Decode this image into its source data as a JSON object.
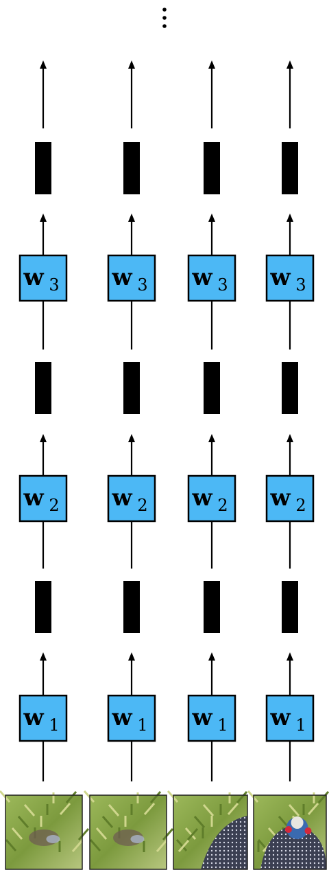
{
  "diagram": {
    "columns": 4,
    "layers": [
      {
        "weight": "w",
        "subscript": "1"
      },
      {
        "weight": "w",
        "subscript": "2"
      },
      {
        "weight": "w",
        "subscript": "3"
      }
    ],
    "continuation": "⋮",
    "box_color": "#4cb8f5",
    "input_crops": [
      {
        "name": "input-crop-1",
        "description": "green plant crop"
      },
      {
        "name": "input-crop-2",
        "description": "green plant crop"
      },
      {
        "name": "input-crop-3",
        "description": "plant and guineafowl feathers crop"
      },
      {
        "name": "input-crop-4",
        "description": "guineafowl head crop"
      }
    ]
  }
}
